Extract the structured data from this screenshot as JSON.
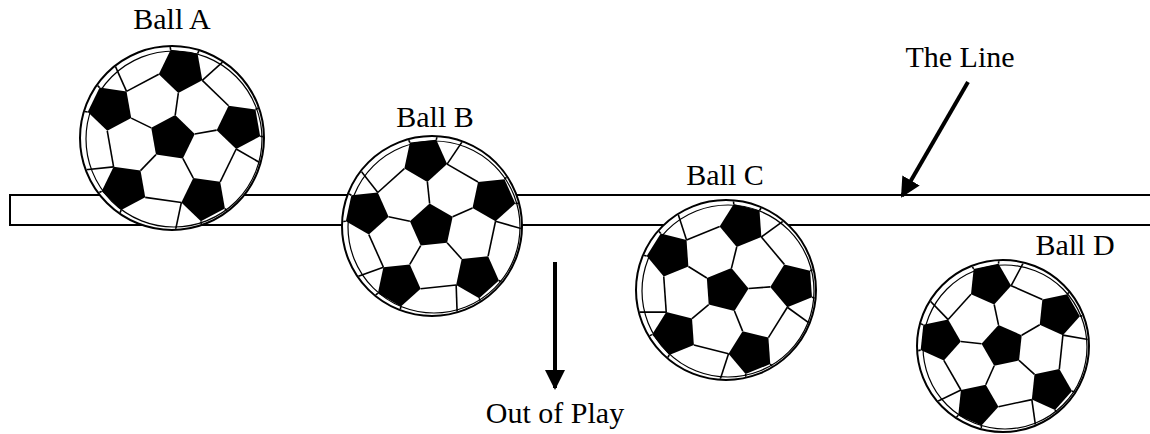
{
  "diagram": {
    "labels": [
      "Ball A",
      "Ball B",
      "The Line",
      "Ball C",
      "Ball D",
      "Out of Play"
    ]
  }
}
